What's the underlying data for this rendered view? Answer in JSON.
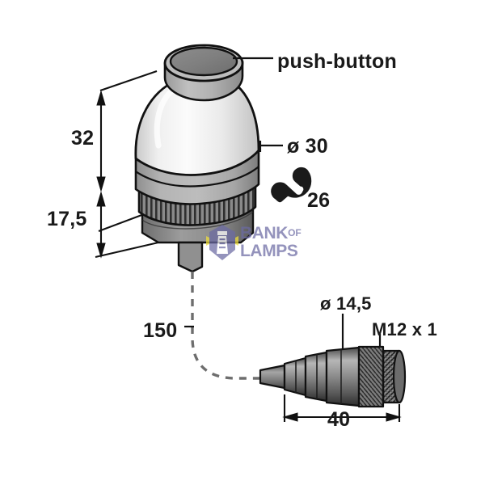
{
  "drawing": {
    "title": "push-button indicator dimensional drawing",
    "background_color": "#ffffff",
    "line_color": "#111111",
    "labels": {
      "push_button": "push-button",
      "height_total": "32",
      "height_lower": "17,5",
      "diameter_body": "ø 30",
      "wrench_size": "26",
      "cable_length": "150",
      "connector_diameter": "ø 14,5",
      "thread": "M12 x 1",
      "connector_length": "40"
    },
    "icons": {
      "wrench": "wrench-icon"
    },
    "colors": {
      "dome_light": "#f2f2f2",
      "dome_mid": "#d9d9d9",
      "band_gray": "#a8a8a8",
      "dark_gray": "#6f6f6f",
      "knurl_dark": "#3a3a3a",
      "outline": "#111111",
      "watermark_purple": "#6b6aa3",
      "watermark_yellow": "#f2e03c"
    }
  },
  "watermark": {
    "line1": "BANK",
    "of": "OF",
    "line2": "LAMPS",
    "icon": "lighthouse-icon"
  }
}
